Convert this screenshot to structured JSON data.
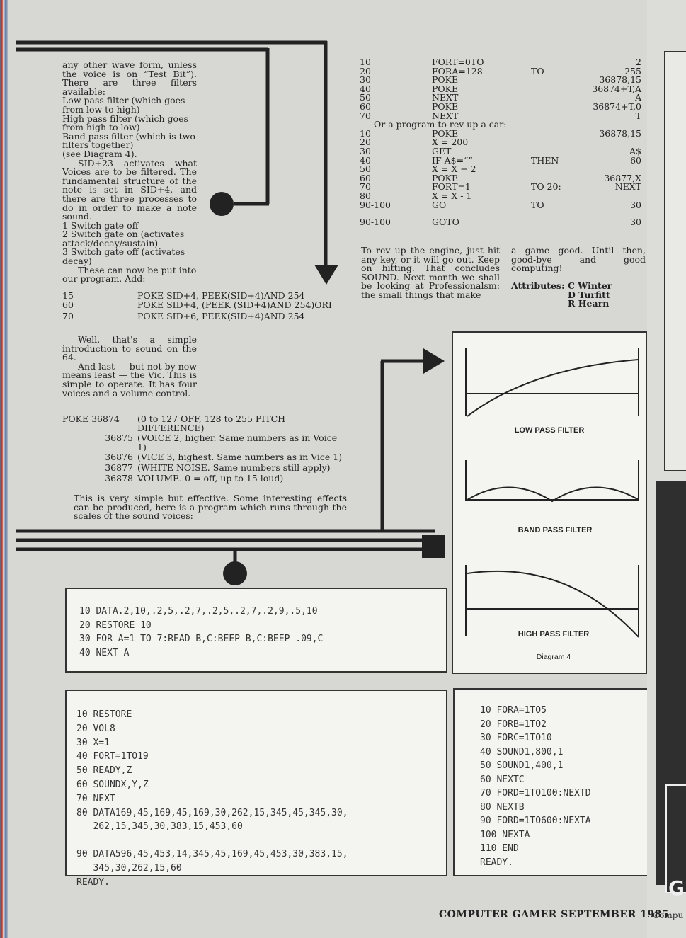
{
  "left_column": {
    "paragraphs": [
      "any other wave form, unless the voice is on “Test Bit”). There are three filters available:",
      "Low pass filter (which goes from low to high)",
      "High pass filter (which goes from high to low)",
      "Band pass filter (which is two filters together)",
      "(see Diagram 4).",
      "SID+23 activates what Voices are to be filtered. The fundamental structure of the note is set in SID+4, and there are three processes to do in order to make a note sound.",
      "1 Switch gate off",
      "2 Switch gate on (activates attack/decay/sustain)",
      "3 Switch gate off (activates decay)",
      "These can now be put into our program. Add:"
    ],
    "add_lines": [
      {
        "num": "15",
        "code": "POKE SID+4, PEEK(SID+4)AND 254"
      },
      {
        "num": "60",
        "code": "POKE SID+4, (PEEK (SID+4)AND 254)ORI"
      },
      {
        "num": "70",
        "code": "POKE SID+6, PEEK(SID+4)AND 254"
      }
    ],
    "paragraphs2": [
      "Well, that's a simple introduction to sound on the 64.",
      "And last — but not by now means least — the Vic. This is simple to operate. It has four voices and a volume control."
    ],
    "poke_table": [
      {
        "addr": "POKE 36874",
        "desc": "(0 to 127 OFF, 128 to 255 PITCH DIFFERENCE)"
      },
      {
        "addr": "36875",
        "desc": "(VOICE 2, higher. Same numbers as in Voice 1)"
      },
      {
        "addr": "36876",
        "desc": "(VICE 3, highest. Same numbers as in Vice 1)"
      },
      {
        "addr": "36877",
        "desc": "(WHITE NOISE. Same numbers still apply)"
      },
      {
        "addr": "36878",
        "desc": "VOLUME. 0 = off, up to 15 loud)"
      }
    ],
    "closing": "This is very simple but effective. Some interesting effects can be produced, here is a program which runs through the scales of the sound voices:"
  },
  "right_program": {
    "rows1": [
      {
        "n": "10",
        "a": "FORT=0TO",
        "b": "",
        "c": "2"
      },
      {
        "n": "20",
        "a": "FORA=128",
        "b": "TO",
        "c": "255"
      },
      {
        "n": "30",
        "a": "POKE",
        "b": "",
        "c": "36878,15"
      },
      {
        "n": "40",
        "a": "POKE",
        "b": "",
        "c": "36874+T,A"
      },
      {
        "n": "50",
        "a": "NEXT",
        "b": "",
        "c": "A"
      },
      {
        "n": "60",
        "a": "POKE",
        "b": "",
        "c": "36874+T,0"
      },
      {
        "n": "70",
        "a": "NEXT",
        "b": "",
        "c": "T"
      }
    ],
    "car_intro": "Or a program to rev up a car:",
    "rows2": [
      {
        "n": "10",
        "a": "POKE",
        "b": "",
        "c": "36878,15"
      },
      {
        "n": "20",
        "a": "X = 200",
        "b": "",
        "c": ""
      },
      {
        "n": "30",
        "a": "GET",
        "b": "",
        "c": "A$"
      },
      {
        "n": "40",
        "a": "IF   A$=“”",
        "b": "THEN",
        "c": "60"
      },
      {
        "n": "50",
        "a": "X = X + 2",
        "b": "",
        "c": ""
      },
      {
        "n": "60",
        "a": "POKE",
        "b": "",
        "c": "36877,X"
      },
      {
        "n": "70",
        "a": "FORT=1",
        "b": "TO   20:",
        "c": "NEXT"
      },
      {
        "n": "80",
        "a": "X = X - 1",
        "b": "",
        "c": ""
      },
      {
        "n": "90-100",
        "a": "GO",
        "b": "TO",
        "c": "30"
      },
      {
        "n": "90-100",
        "a": "GOTO",
        "b": "",
        "c": "30"
      }
    ],
    "para_left": "To rev up the engine, just hit any key, or it will go out. Keep on hitting. That concludes SOUND. Next month we shall be looking at Professionalsm: the small things that make",
    "para_right": "a game good. Until then, good-bye and good computing!",
    "attributes_label": "Attributes:",
    "attributes": [
      "C Winter",
      "D Turfitt",
      "R Hearn"
    ]
  },
  "diagram": {
    "labels": [
      "LOW PASS FILTER",
      "BAND PASS FILTER",
      "HIGH PASS FILTER"
    ],
    "caption": "Diagram 4"
  },
  "listing1": [
    "10 DATA.2,10,.2,5,.2,7,.2,5,.2,7,.2,9,.5,10",
    "20 RESTORE 10",
    "30 FOR A=1 TO 7:READ B,C:BEEP B,C:BEEP .09,C",
    "40 NEXT A"
  ],
  "listing2": [
    "10 RESTORE",
    "20 VOL8",
    "30 X=1",
    "40 FORT=1TO19",
    "50 READY,Z",
    "60 SOUNDX,Y,Z",
    "70 NEXT",
    "80 DATA169,45,169,45,169,30,262,15,345,45,345,30,",
    "   262,15,345,30,383,15,453,60",
    "",
    "90 DATA596,45,453,14,345,45,169,45,453,30,383,15,",
    "   345,30,262,15,60",
    "READY."
  ],
  "listing3": [
    "10 FORA=1TO5",
    "20 FORB=1TO2",
    "30 FORC=1TO10",
    "40 SOUND1,800,1",
    "50 SOUND1,400,1",
    "60 NEXTC",
    "70 FORD=1TO100:NEXTD",
    "80 NEXTB",
    "90 FORD=1TO600:NEXTA",
    "100 NEXTA",
    "110 END",
    "READY."
  ],
  "footer": "COMPUTER GAMER SEPTEMBER 1985",
  "edge_fragments": [
    "Compu",
    "G"
  ],
  "colors": {
    "page": "#d7d8d4",
    "panel": "#f4f4f1",
    "ink": "#222222",
    "dark_block": "#2f2f2f"
  }
}
